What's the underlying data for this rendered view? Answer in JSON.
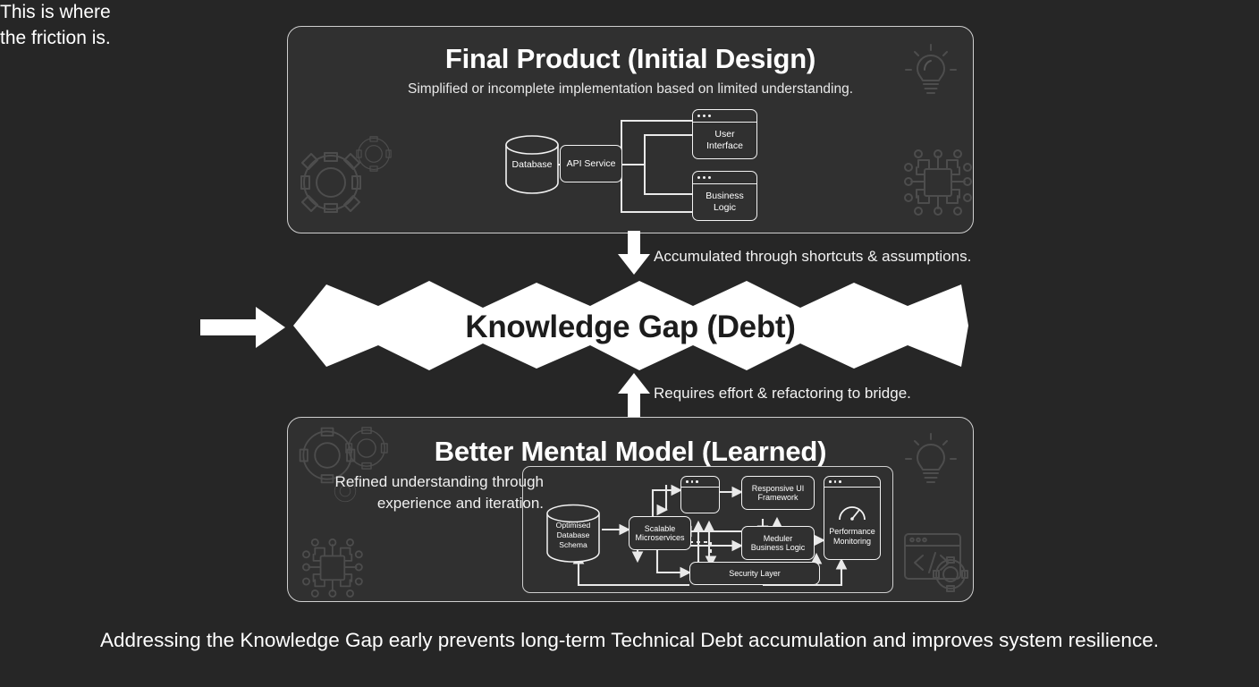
{
  "background_color": "#262626",
  "panel_color": "#303030",
  "stroke_color": "#f2f2f2",
  "banner_color": "#ffffff",
  "top_panel": {
    "title": "Final Product (Initial Design)",
    "subtitle": "Simplified or incomplete implementation based on limited understanding.",
    "nodes": {
      "database": "Database",
      "api_service": "API Service",
      "user_interface_line1": "User",
      "user_interface_line2": "Interface",
      "business_logic_line1": "Business",
      "business_logic_line2": "Logic"
    },
    "decor": [
      "lightbulb-icon",
      "gears-icon",
      "microchip-icon"
    ]
  },
  "gap_banner": {
    "label": "Knowledge Gap (Debt)",
    "shape": "jagged-torn-banner"
  },
  "annotations": {
    "down_arrow_text": "Accumulated through shortcuts & assumptions.",
    "up_arrow_text": "Requires effort & refactoring to bridge.",
    "left_callout_line1": "This is where",
    "left_callout_line2": "the friction is."
  },
  "bottom_panel": {
    "title": "Better Mental Model (Learned)",
    "subtitle": "Refined understanding through experience and iteration.",
    "nodes": {
      "database_line1": "Optimised",
      "database_line2": "Database",
      "database_line3": "Schema",
      "microservices_line1": "Scalable",
      "microservices_line2": "Microservices",
      "responsive_ui_line1": "Responsive UI",
      "responsive_ui_line2": "Framework",
      "business_logic_line1": "Meduler",
      "business_logic_line2": "Business Logic",
      "performance_line1": "Performance",
      "performance_line2": "Monitoring",
      "security_layer": "Security Layer",
      "blank_window": ""
    },
    "decor": [
      "gears-icon",
      "lightbulb-icon",
      "microchip-icon",
      "code-window-gear-icon"
    ]
  },
  "caption": "Addressing the Knowledge Gap early prevents long-term Technical Debt accumulation and improves system resilience."
}
